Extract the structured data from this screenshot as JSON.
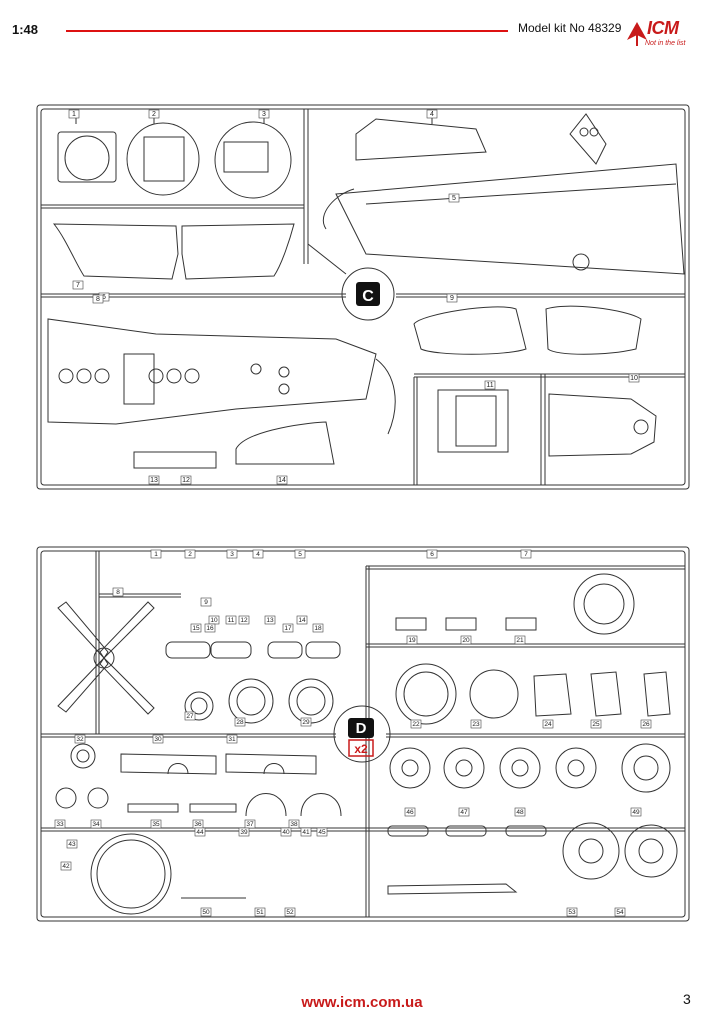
{
  "header": {
    "scale": "1:48",
    "model_kit": "Model kit No 48329",
    "logo": "ICM",
    "logo_tagline": "Not in the list"
  },
  "sprue_c": {
    "label": "C",
    "part_numbers": [
      "1",
      "2",
      "3",
      "4",
      "5",
      "6",
      "7",
      "8",
      "9",
      "10",
      "11",
      "12",
      "13",
      "14"
    ]
  },
  "sprue_d": {
    "label": "D",
    "multiplier": "x2",
    "part_numbers": [
      "1",
      "2",
      "3",
      "4",
      "5",
      "6",
      "7",
      "8",
      "9",
      "10",
      "11",
      "12",
      "13",
      "14",
      "15",
      "16",
      "17",
      "18",
      "19",
      "20",
      "21",
      "22",
      "23",
      "24",
      "25",
      "26",
      "27",
      "28",
      "29",
      "30",
      "31",
      "32",
      "33",
      "34",
      "35",
      "36",
      "37",
      "38",
      "39",
      "40",
      "41",
      "42",
      "43",
      "44",
      "45",
      "46",
      "47",
      "48",
      "49",
      "50",
      "51",
      "52",
      "53",
      "54"
    ]
  },
  "footer": {
    "website": "www.icm.com.ua",
    "page": "3"
  },
  "colors": {
    "accent": "#d11111",
    "line": "#333333"
  }
}
